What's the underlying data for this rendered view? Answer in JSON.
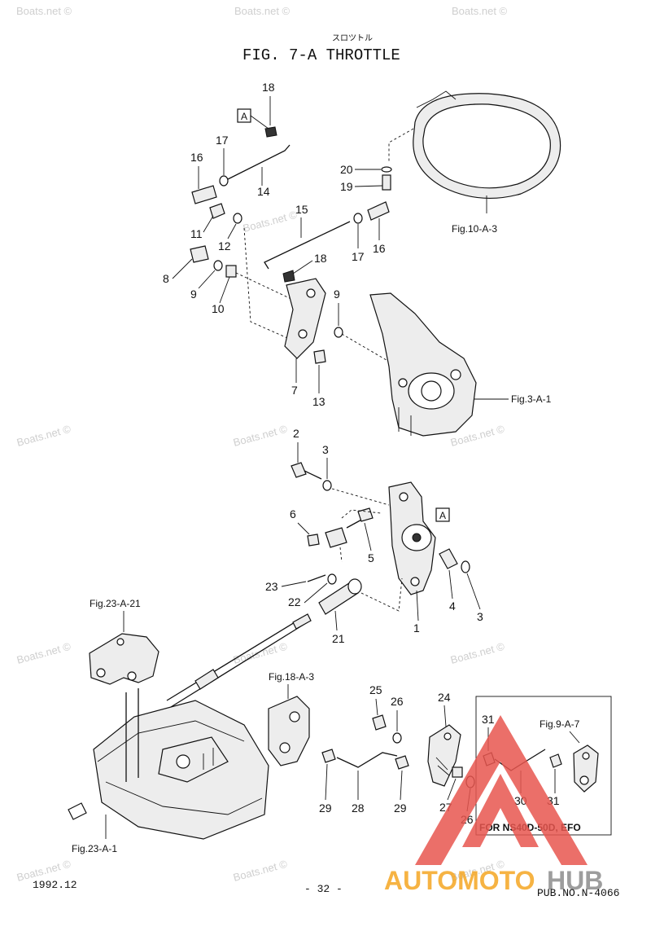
{
  "header": {
    "title": "FIG.  7-A THROTTLE",
    "subtitle_kana": "スロツトル"
  },
  "watermarks": [
    "Boats.net ©",
    "Boats.net ©",
    "Boats.net ©",
    "Boats.net ©",
    "Boats.net ©",
    "Boats.net ©",
    "Boats.net ©",
    "Boats.net ©",
    "Boats.net ©",
    "Boats.net ©",
    "Boats.net ©",
    "Boats.net ©",
    "Boats.net ©"
  ],
  "refs": {
    "A_top": "A",
    "A_mid": "A",
    "fig10": "Fig.10-A-3",
    "fig3": "Fig.3-A-1",
    "fig23_21": "Fig.23-A-21",
    "fig18": "Fig.18-A-3",
    "fig9": "Fig.9-A-7",
    "fig23_1": "Fig.23-A-1",
    "variant_box": "FOR NS40D-50D, EFO"
  },
  "parts": [
    "18",
    "17",
    "16",
    "14",
    "20",
    "19",
    "15",
    "11",
    "12",
    "17",
    "16",
    "8",
    "18",
    "9",
    "10",
    "9",
    "7",
    "13",
    "2",
    "3",
    "6",
    "5",
    "23",
    "22",
    "4",
    "3",
    "1",
    "21",
    "25",
    "26",
    "24",
    "31",
    "31",
    "29",
    "28",
    "29",
    "27",
    "26",
    "30"
  ],
  "footer": {
    "date": "1992.12",
    "page": "- 32 -",
    "pub": "PUB.NO.N-4066"
  },
  "logo": {
    "text_auto": "AUTOMOTO",
    "text_hub": "HUB",
    "color_red": "#e8564f",
    "color_orange": "#f5a623",
    "color_gray": "#8c8c8c"
  }
}
